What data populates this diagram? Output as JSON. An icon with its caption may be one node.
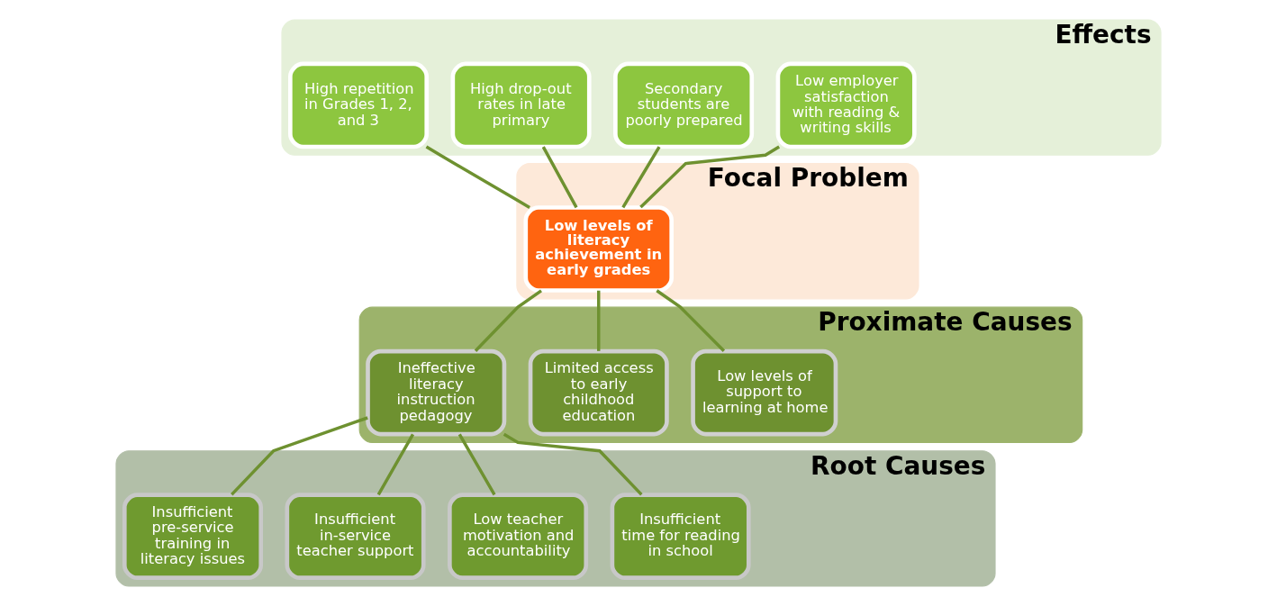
{
  "diagram": {
    "nodes": [
      {
        "text": [
          "Effects"
        ]
      },
      {
        "text": [
          "High repetition in Grades 1, 2, and 3"
        ],
        "in": 0
      },
      {
        "text": [
          "High drop-out rates in late primary"
        ],
        "in": 0
      },
      {
        "text": [
          "Secondary students are poorly prepared"
        ],
        "in": 0
      },
      {
        "text": [
          "Low employer satisfaction with reading & writing skills"
        ],
        "in": 0
      },
      {
        "text": [
          "Focal Problem"
        ]
      },
      {
        "text": [
          "Low levels of literacy achievement in early grades"
        ],
        "in": 5
      },
      {
        "text": [
          "Proximate Causes"
        ]
      },
      {
        "text": [
          "Ineffective literacy instruction pedagogy"
        ],
        "in": 7
      },
      {
        "text": [
          "Limited access to early childhood education"
        ],
        "in": 7
      },
      {
        "text": [
          "Low levels of support to learning at home"
        ],
        "in": 7
      },
      {
        "text": [
          "Root Causes"
        ]
      },
      {
        "text": [
          "Insufficient pre-service training in literacy issues"
        ],
        "in": 11
      },
      {
        "text": [
          "Insufficient in-service teacher support"
        ],
        "in": 11
      },
      {
        "text": [
          "Low teacher motivation and accountability"
        ],
        "in": 11
      },
      {
        "text": [
          "Insufficient time for reading in school"
        ],
        "in": 11
      }
    ],
    "edges": [
      {
        "from": 1,
        "to": 6,
        "arrow": "none"
      },
      {
        "from": 2,
        "to": 6,
        "arrow": "none"
      },
      {
        "from": 3,
        "to": 6,
        "arrow": "none"
      },
      {
        "from": 4,
        "to": 6,
        "arrow": "none"
      },
      {
        "from": 6,
        "to": 8,
        "arrow": "none"
      },
      {
        "from": 6,
        "to": 9,
        "arrow": "none"
      },
      {
        "from": 6,
        "to": 10,
        "arrow": "none"
      },
      {
        "from": 8,
        "to": 12,
        "arrow": "none"
      },
      {
        "from": 8,
        "to": 13,
        "arrow": "none"
      },
      {
        "from": 8,
        "to": 14,
        "arrow": "none"
      },
      {
        "from": 8,
        "to": 15,
        "arrow": "none"
      }
    ]
  }
}
